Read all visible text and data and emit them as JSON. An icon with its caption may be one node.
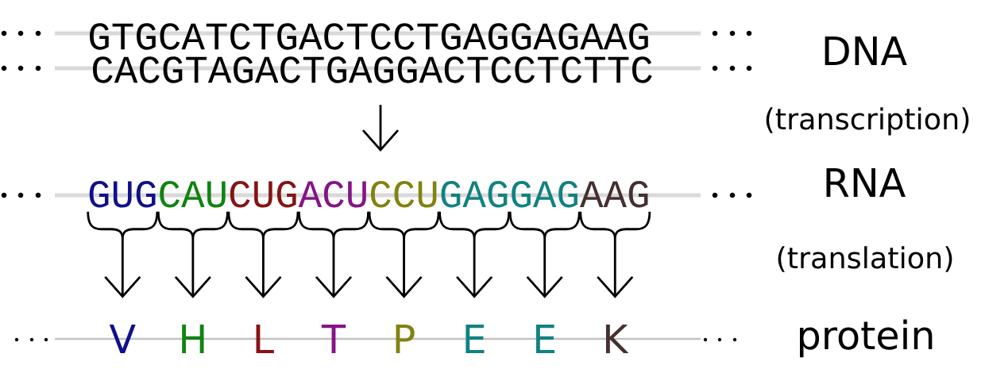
{
  "diagram": {
    "nodes": [
      {
        "text": [
          "GTGCATCTGACTCCTGAGGAGAAG",
          "CACGTAGACTGAGGACTCCTCTTC"
        ]
      },
      {
        "text": [
          "GUG"
        ]
      },
      {
        "text": [
          "CAU"
        ]
      },
      {
        "text": [
          "CUG"
        ]
      },
      {
        "text": [
          "ACU"
        ]
      },
      {
        "text": [
          "CCU"
        ]
      },
      {
        "text": [
          "GAG"
        ]
      },
      {
        "text": [
          "GAG"
        ]
      },
      {
        "text": [
          "AAG"
        ]
      },
      {
        "text": [
          "V"
        ]
      },
      {
        "text": [
          "H"
        ]
      },
      {
        "text": [
          "L"
        ]
      },
      {
        "text": [
          "T"
        ]
      },
      {
        "text": [
          "P"
        ]
      },
      {
        "text": [
          "E"
        ]
      },
      {
        "text": [
          "E"
        ]
      },
      {
        "text": [
          "K"
        ]
      }
    ],
    "edges": [
      {
        "from": 0,
        "to": null,
        "arrow": "to"
      },
      {
        "from": 1,
        "to": 9,
        "arrow": "to"
      },
      {
        "from": 2,
        "to": 10,
        "arrow": "to"
      },
      {
        "from": 3,
        "to": 11,
        "arrow": "to"
      },
      {
        "from": 4,
        "to": 12,
        "arrow": "to"
      },
      {
        "from": 5,
        "to": 13,
        "arrow": "to"
      },
      {
        "from": 6,
        "to": 14,
        "arrow": "to"
      },
      {
        "from": 7,
        "to": 15,
        "arrow": "to"
      },
      {
        "from": 8,
        "to": 16,
        "arrow": "to"
      }
    ],
    "labels": [
      "DNA",
      "(transcription)",
      "RNA",
      "(translation)",
      "protein"
    ]
  }
}
